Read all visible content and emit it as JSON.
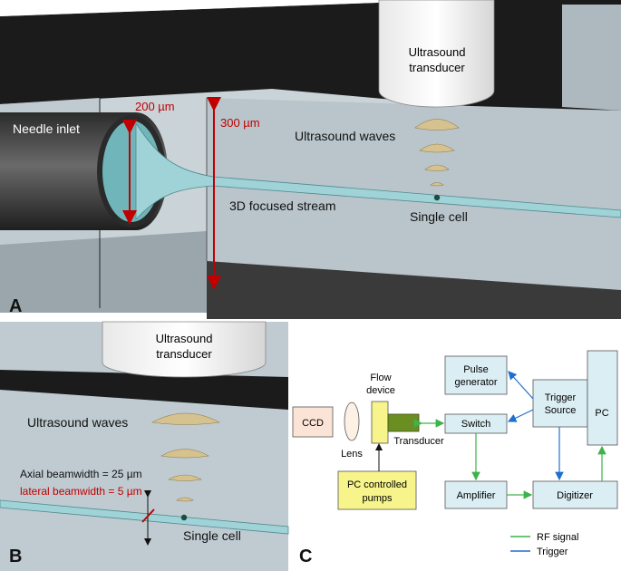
{
  "panel_a": {
    "letter": "A",
    "needle_inlet": "Needle inlet",
    "inner_diameter": "200 µm",
    "channel_height": "300 µm",
    "transducer_line1": "Ultrasound",
    "transducer_line2": "transducer",
    "waves": "Ultrasound waves",
    "stream": "3D focused stream",
    "cell": "Single cell"
  },
  "panel_b": {
    "letter": "B",
    "transducer_line1": "Ultrasound",
    "transducer_line2": "transducer",
    "waves": "Ultrasound waves",
    "axial": "Axial beamwidth = 25 µm",
    "lateral": "lateral beamwidth = 5 µm",
    "cell": "Single cell"
  },
  "panel_c": {
    "letter": "C",
    "ccd": "CCD",
    "lens": "Lens",
    "flow_line1": "Flow",
    "flow_line2": "device",
    "transducer": "Transducer",
    "pulse_line1": "Pulse",
    "pulse_line2": "generator",
    "switch": "Switch",
    "trigger_line1": "Trigger",
    "trigger_line2": "Source",
    "pc": "PC",
    "pumps_line1": "PC controlled",
    "pumps_line2": "pumps",
    "amplifier": "Amplifier",
    "digitizer": "Digitizer",
    "legend_rf": "RF signal",
    "legend_trigger": "Trigger"
  },
  "colors": {
    "channel_wall": "#bfcbd1",
    "dark_band": "#1b1b1b",
    "stream": "#9fd3d7",
    "wave": "#d6c28f",
    "rf_signal": "#3cb44b",
    "trigger": "#1f6fcf",
    "arrow_red": "#c00000",
    "box_blue": "#dbeef3",
    "box_yellow": "#f7f48b",
    "box_ccd": "#fbe4d5",
    "transducer_green": "#6b8e23"
  }
}
